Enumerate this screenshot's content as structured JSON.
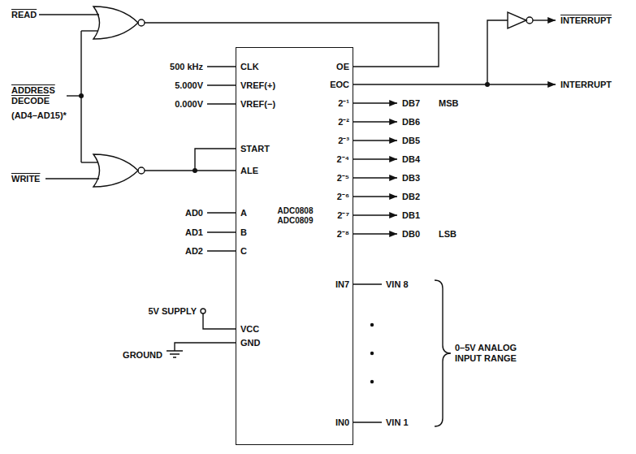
{
  "diagram": {
    "nodes": [
      {
        "text": [
          "ADC0808 ADC0809"
        ]
      }
    ],
    "labels": [
      "READ",
      "ADDRESS DECODE",
      "(AD4–AD15)*",
      "WRITE",
      "500 kHz",
      "CLK",
      "5.000V",
      "VREF(+)",
      "0.000V",
      "VREF(−)",
      "START",
      "ALE",
      "AD0",
      "A",
      "AD1",
      "B",
      "AD2",
      "C",
      "5V SUPPLY",
      "VCC",
      "GND",
      "GROUND",
      "OE",
      "EOC",
      "INTERRUPT",
      "INTERRUPT",
      "2⁻¹",
      "DB7",
      "MSB",
      "2⁻²",
      "DB6",
      "2⁻³",
      "DB5",
      "2⁻⁴",
      "DB4",
      "2⁻⁵",
      "DB3",
      "2⁻⁶",
      "DB2",
      "2⁻⁷",
      "DB1",
      "2⁻⁸",
      "DB0",
      "LSB",
      "IN7",
      "VIN 8",
      "IN0",
      "VIN 1",
      "0–5V ANALOG INPUT RANGE"
    ]
  }
}
